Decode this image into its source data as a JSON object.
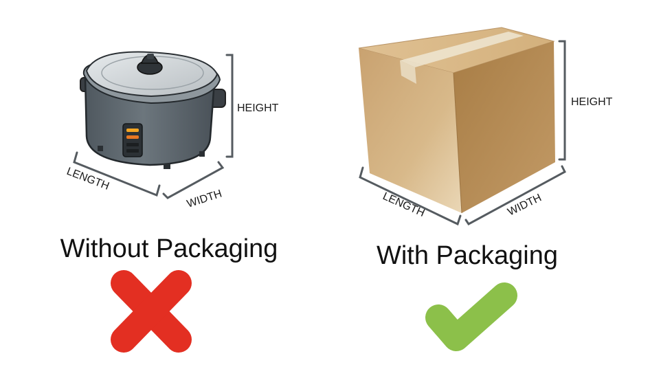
{
  "left_panel": {
    "caption": "Without Packaging",
    "dimensions": {
      "height": "HEIGHT",
      "length": "LENGTH",
      "width": "WIDTH"
    },
    "mark_icon": "cross-icon",
    "mark_color": "#e32f22",
    "object_icon": "rice-cooker-icon"
  },
  "right_panel": {
    "caption": "With Packaging",
    "dimensions": {
      "height": "HEIGHT",
      "length": "LENGTH",
      "width": "WIDTH"
    },
    "mark_icon": "check-icon",
    "mark_color": "#8cc04a",
    "object_icon": "cardboard-box-icon"
  }
}
